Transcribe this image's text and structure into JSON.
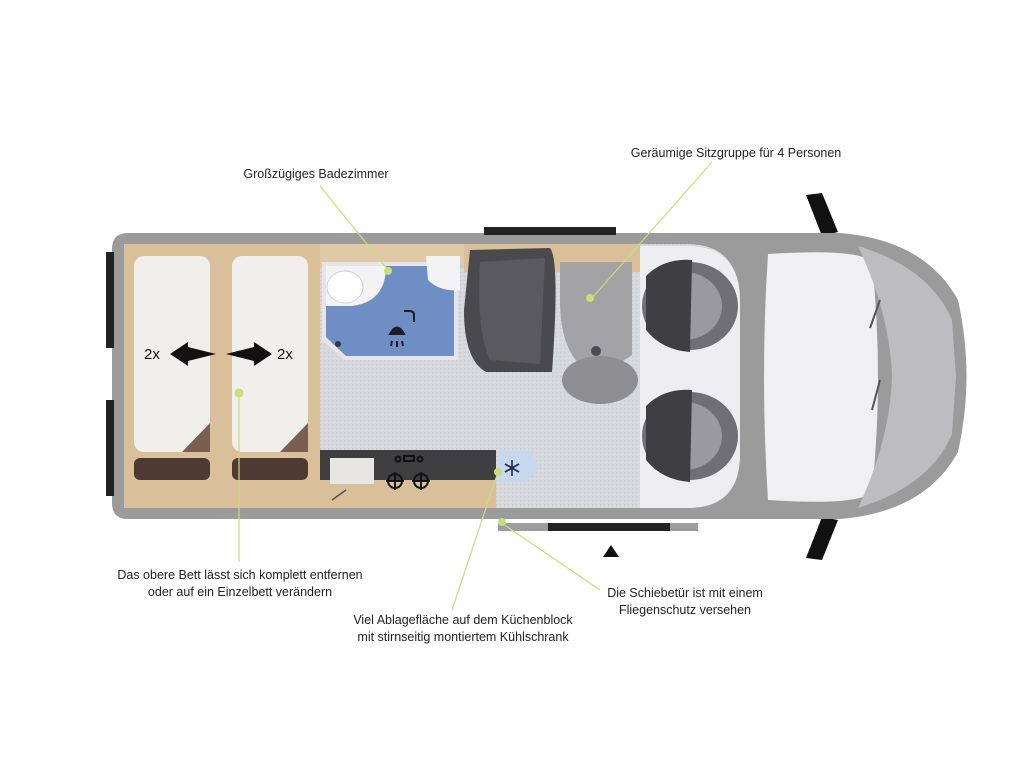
{
  "labels": {
    "bathroom": "Großzügiges Badezimmer",
    "seating": "Geräumige Sitzgruppe für 4 Personen",
    "bed_line1": "Das obere Bett lässt sich komplett entfernen",
    "bed_line2": "oder auf ein Einzelbett verändern",
    "kitchen_line1": "Viel Ablagefläche auf dem Küchenblock",
    "kitchen_line2": "mit stirnseitig montiertem Kühlschrank",
    "door_line1": "Die Schiebetür ist mit einem",
    "door_line2": "Fliegenschutz versehen"
  },
  "beds": {
    "left_count": "2x",
    "right_count": "2x"
  },
  "icons": {
    "shower": "shower-icon",
    "fridge": "snowflake-icon",
    "door_marker": "triangle-up-icon"
  },
  "colors": {
    "body": "#9b9b9b",
    "floor": "#dcdde0",
    "wood": "#d8bd98",
    "shower": "#6f8fc4",
    "callout": "#c9dd7a",
    "dark": "#3d3d3f"
  }
}
